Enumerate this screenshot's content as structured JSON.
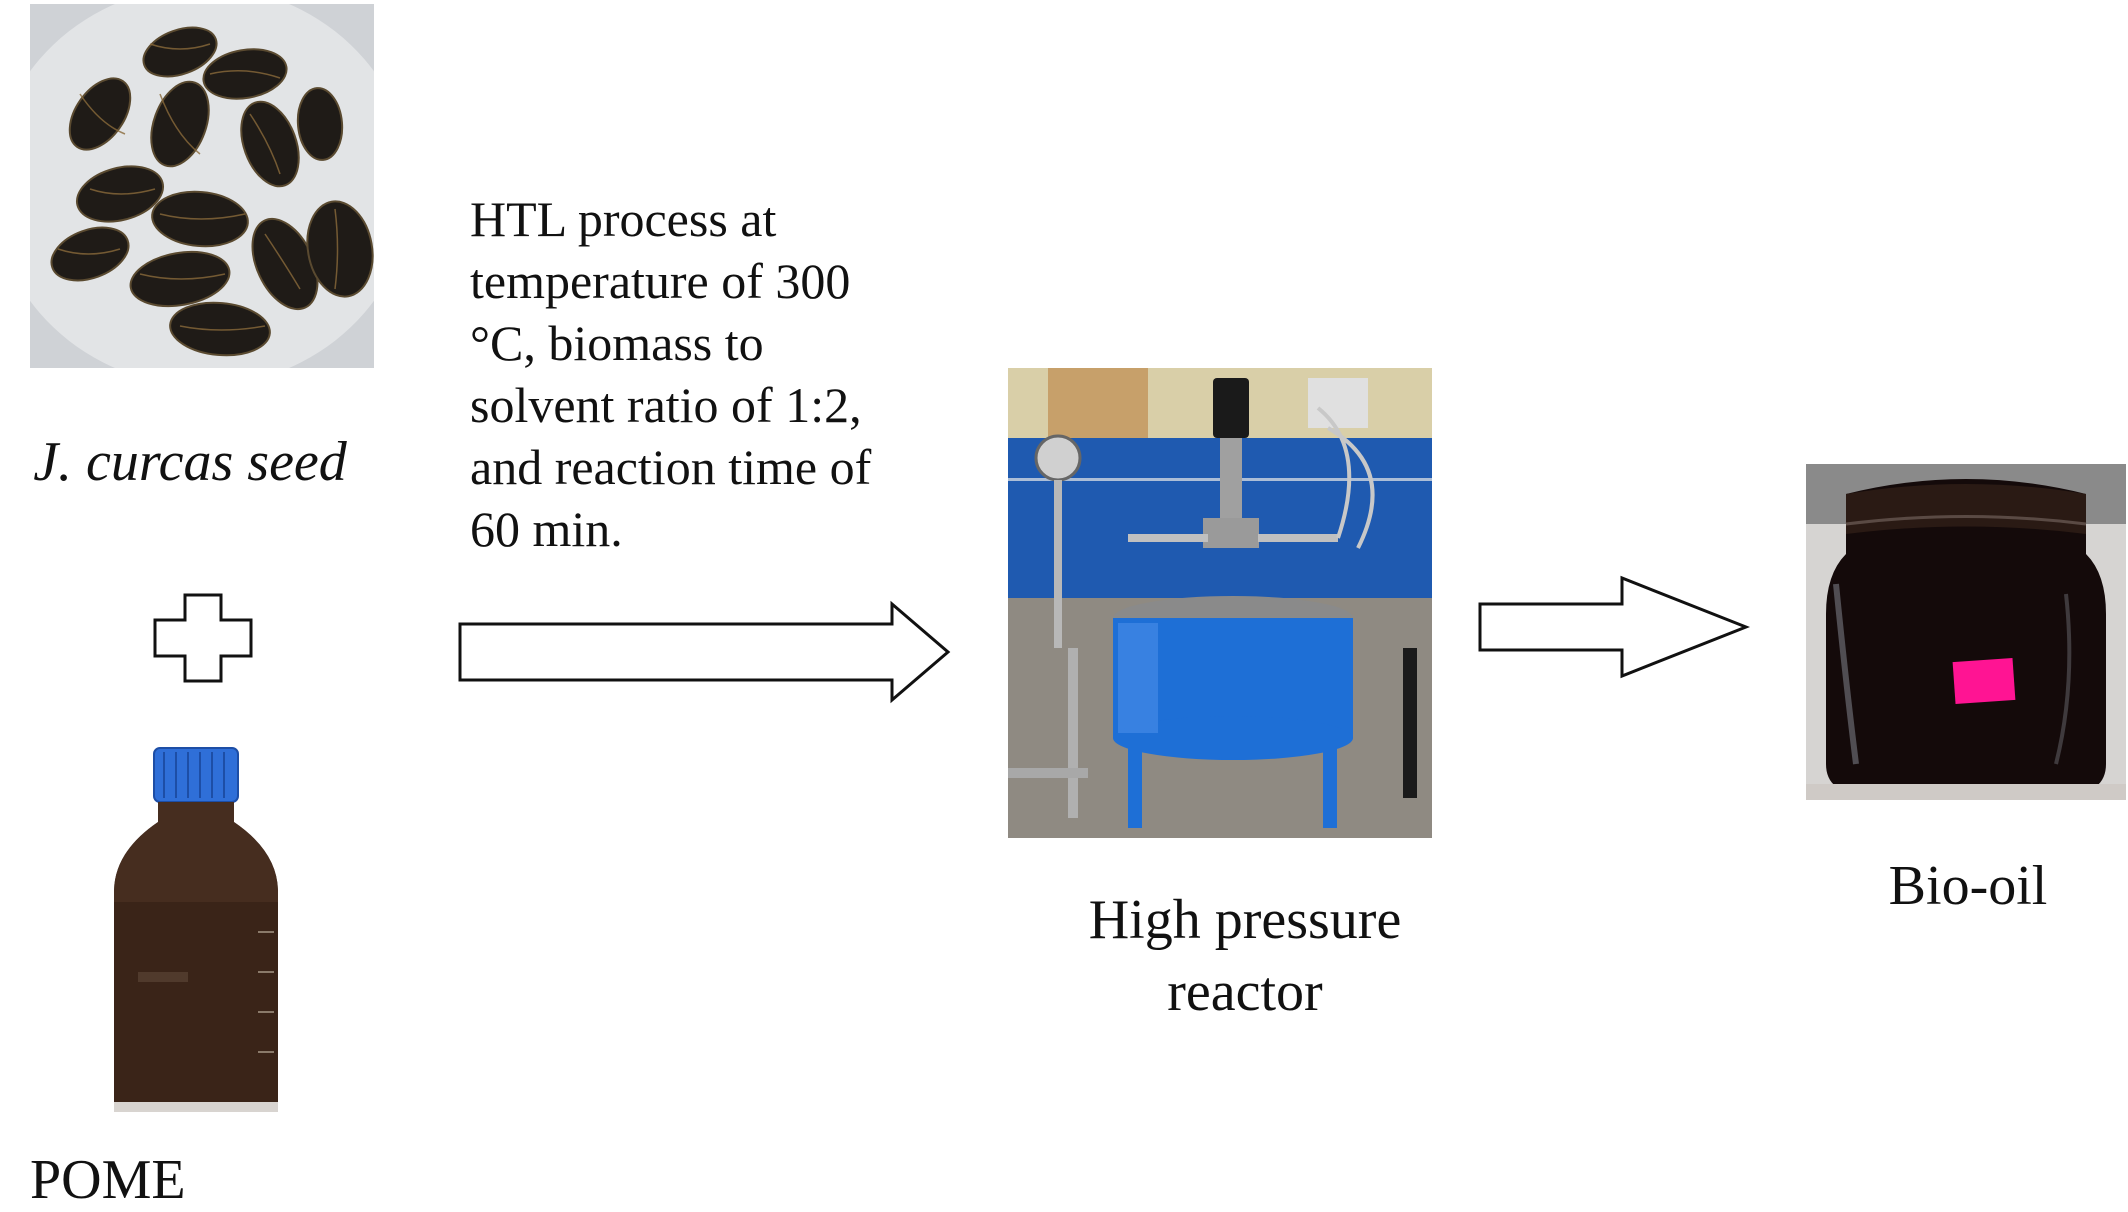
{
  "inputs": {
    "seed_label": "J. curcas seed",
    "solvent_label": "POME"
  },
  "process": {
    "lines": [
      "HTL process at",
      "temperature of 300",
      "°C, biomass to",
      "solvent ratio of 1:2,",
      "and reaction time of",
      "60 min."
    ]
  },
  "reactor": {
    "label_line1": "High pressure",
    "label_line2": "reactor"
  },
  "product": {
    "label": "Bio-oil"
  },
  "colors": {
    "reactor_body": "#1e6fd6",
    "bio_oil": "#140a0a",
    "pome_liquid": "#3a2418",
    "bottle_cap": "#2f6fd8",
    "oil_tag": "#ff1493"
  }
}
